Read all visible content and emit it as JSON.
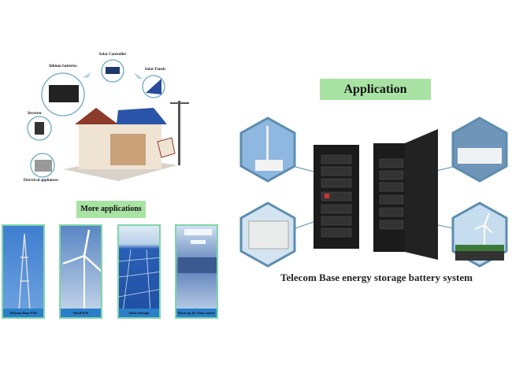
{
  "solar_diagram": {
    "labels": {
      "solar_controller": "Solar Controller",
      "lithium_batteries": "lithium batteries",
      "solar_panels": "Solar Panels",
      "inverter": "Inverter",
      "electrical_appliances": "Electrical appliances"
    }
  },
  "more_applications": {
    "title": "More applications",
    "tiles": [
      {
        "label": "Telecom Base ESS"
      },
      {
        "label": "Wind ESS"
      },
      {
        "label": "Solar Storage"
      },
      {
        "label": "Back-up for Data center"
      }
    ]
  },
  "application": {
    "title": "Application",
    "caption": "Telecom Base energy storage battery system"
  },
  "colors": {
    "green_label": "#a8e3a4",
    "tile_caption": "#2b7fc9",
    "hex_border": "#5b8db0"
  }
}
